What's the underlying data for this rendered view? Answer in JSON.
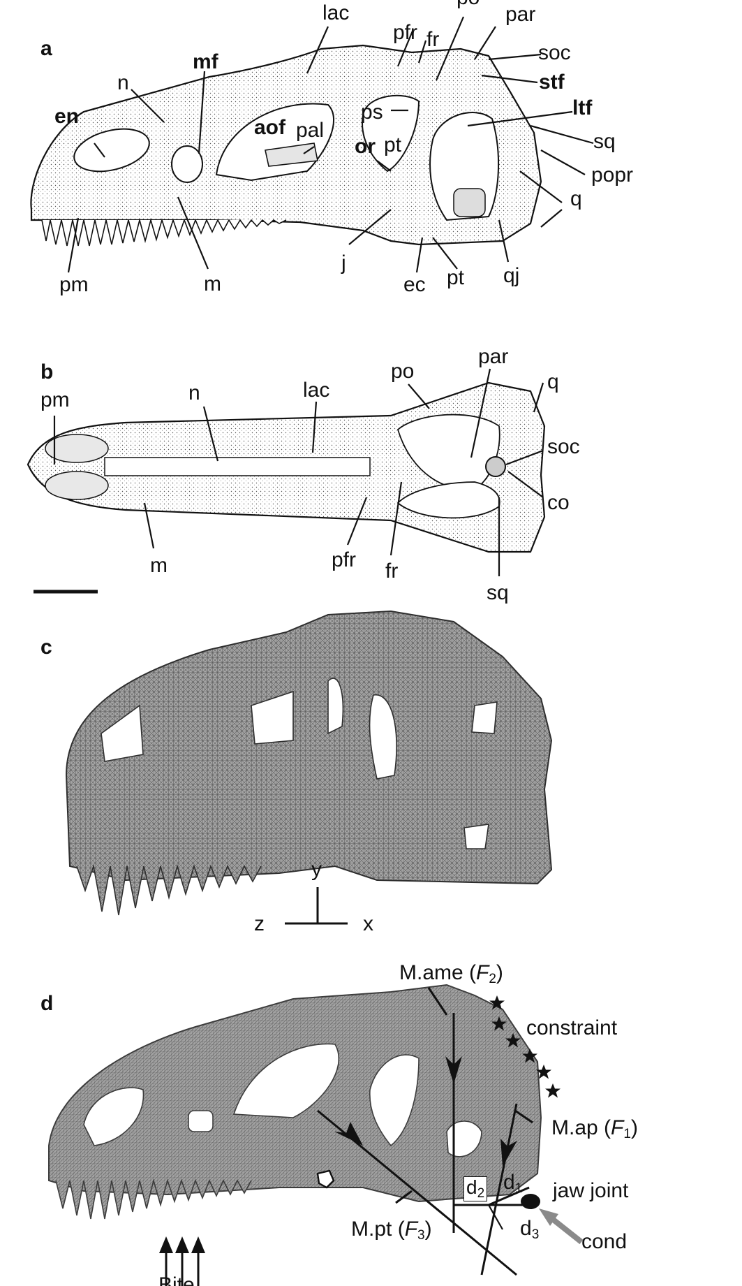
{
  "panels": {
    "a": {
      "letter": "a",
      "labels": {
        "lac": "lac",
        "po": "po",
        "par": "par",
        "pfr": "pfr",
        "fr": "fr",
        "soc": "soc",
        "stf": "stf",
        "mf": "mf",
        "n": "n",
        "ps": "ps",
        "ltf": "ltf",
        "en": "en",
        "aof": "aof",
        "pal": "pal",
        "or": "or",
        "pt_upper": "pt",
        "sq": "sq",
        "popr": "popr",
        "q": "q",
        "j": "j",
        "ec": "ec",
        "pt_lower": "pt",
        "qj": "qj",
        "pm": "pm",
        "m": "m"
      }
    },
    "b": {
      "letter": "b",
      "labels": {
        "pm": "pm",
        "n": "n",
        "lac": "lac",
        "po": "po",
        "par": "par",
        "q": "q",
        "soc": "soc",
        "co": "co",
        "m": "m",
        "pfr": "pfr",
        "fr": "fr",
        "sq": "sq"
      }
    },
    "c": {
      "letter": "c",
      "axes": {
        "y": "y",
        "z": "z",
        "x": "x"
      }
    },
    "d": {
      "letter": "d",
      "labels": {
        "mame": "M.ame",
        "mame_force": "F",
        "mame_sub": "2",
        "constraint": "constraint",
        "map": "M.ap",
        "map_force": "F",
        "map_sub": "1",
        "jaw_joint": "jaw joint",
        "mpt": "M.pt",
        "mpt_force": "F",
        "mpt_sub": "3",
        "d": "d",
        "d1_sub": "1",
        "d2_sub": "2",
        "d3_sub": "3",
        "cond": "cond",
        "bite": "Bite"
      }
    }
  },
  "colors": {
    "ink": "#111111",
    "mesh_fill": "#9a9a9a",
    "mesh_dark": "#6f6f6f",
    "cond_arrow": "#8a8a8a"
  }
}
